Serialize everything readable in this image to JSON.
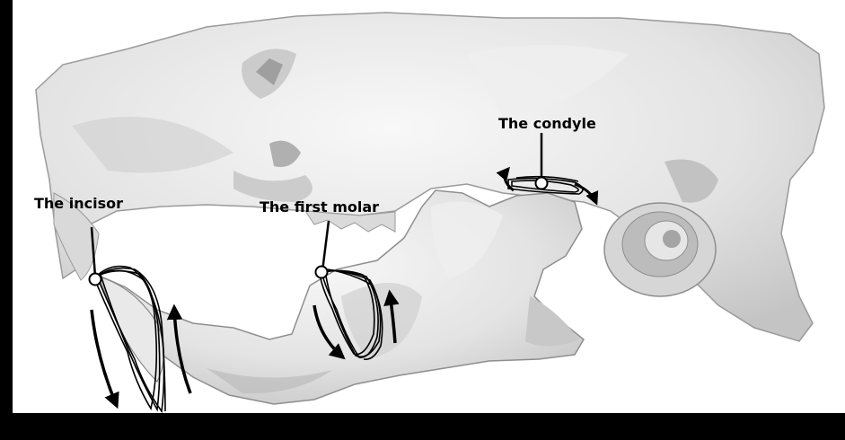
{
  "labels": {
    "incisor": "The incisor",
    "first_molar": "The first molar",
    "condyle": "The condyle"
  },
  "colors": {
    "bone": "#e2e2e2",
    "bone_shadow": "#a9a9a9",
    "bone_highlight": "#f7f7f7",
    "trajectory": "#000000",
    "frame_bar": "#000000",
    "background": "#ffffff"
  },
  "icons": [
    "arrow-icon",
    "reference-point-marker"
  ]
}
